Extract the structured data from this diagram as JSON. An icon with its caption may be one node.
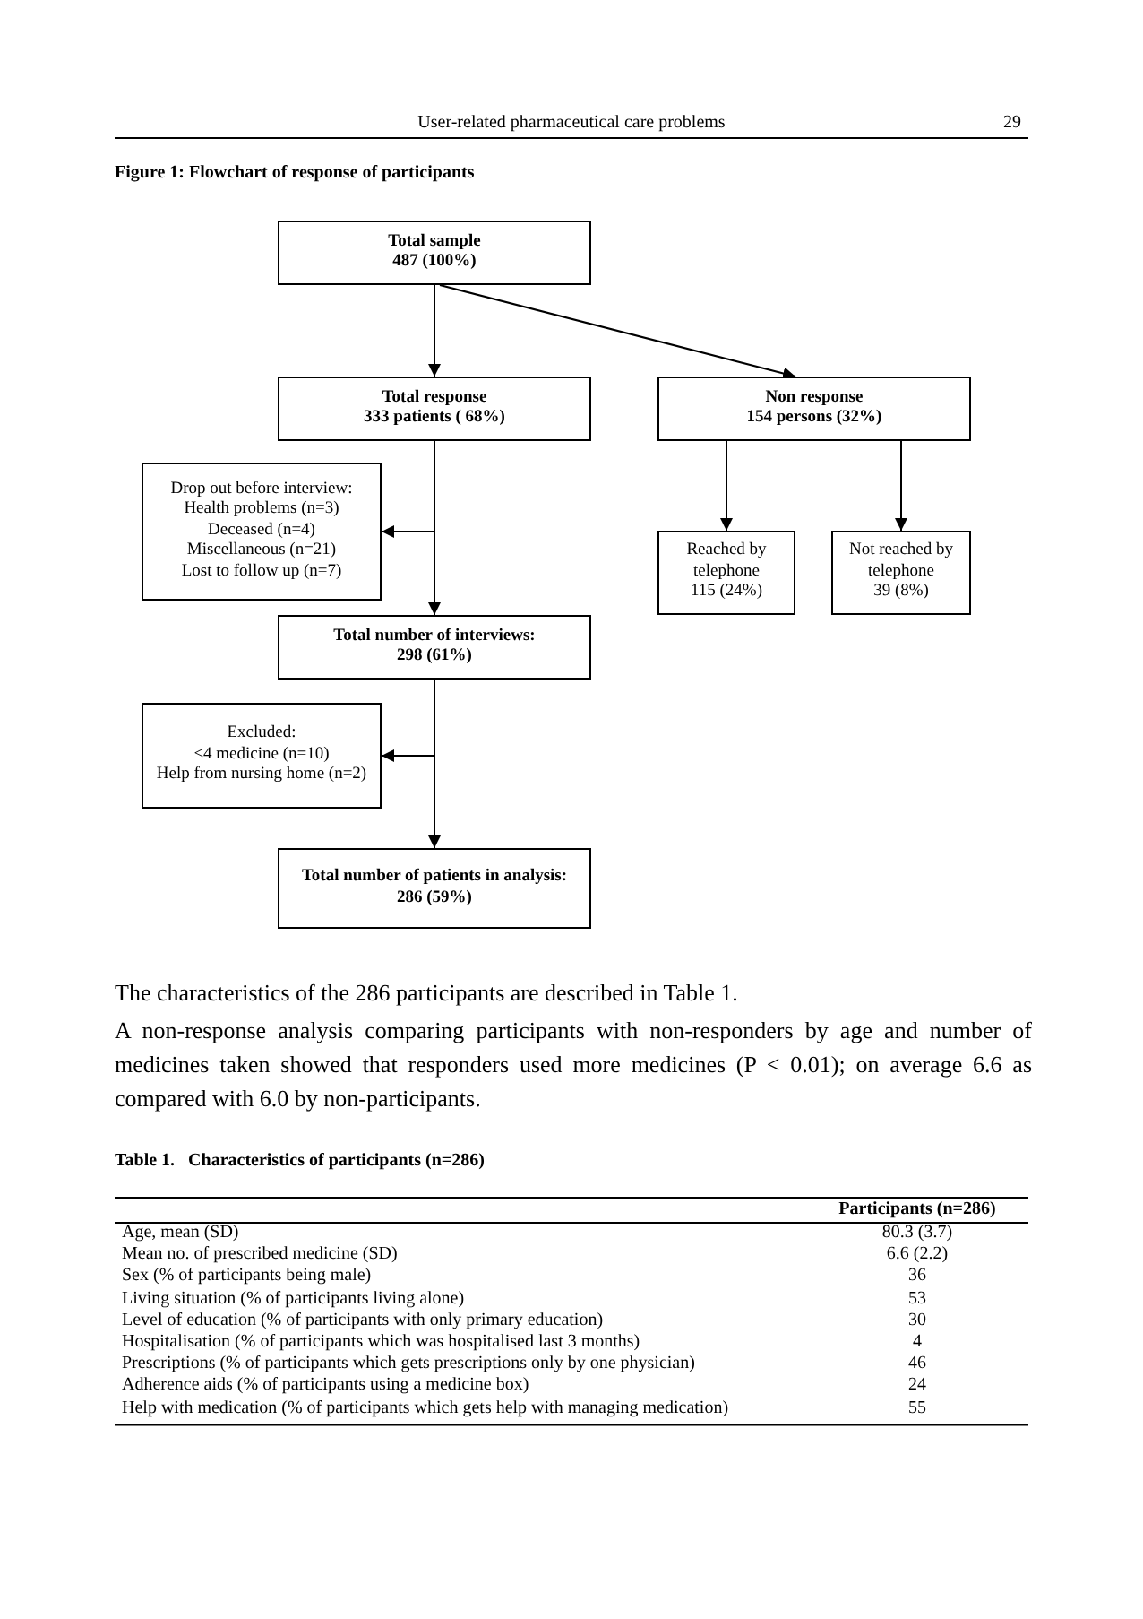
{
  "diagram": {
    "title": "Figure 1: Flowchart of response of participants",
    "nodes": [
      {
        "text": [
          "Total sample",
          "487 (100%)"
        ]
      },
      {
        "text": [
          "Total response",
          "333 patients ( 68%)"
        ]
      },
      {
        "text": [
          "Non response",
          "154 persons (32%)"
        ]
      },
      {
        "text": [
          "Drop out before interview:",
          "Health problems (n=3)",
          "Deceased (n=4)",
          "Miscellaneous (n=21)",
          "Lost to follow up (n=7)"
        ]
      },
      {
        "text": [
          "Reached by telephone",
          "115 (24%)"
        ]
      },
      {
        "text": [
          "Not reached by telephone",
          "39 (8%)"
        ]
      },
      {
        "text": [
          "Total number of interviews:",
          "298 (61%)"
        ]
      },
      {
        "text": [
          "Excluded:",
          "<4 medicine (n=10)",
          "Help from nursing home (n=2)"
        ]
      },
      {
        "text": [
          "Total number of patients in analysis:",
          "286 (59%)"
        ]
      }
    ],
    "edges": [
      {
        "from": 0,
        "to": 1,
        "arrow": "to"
      },
      {
        "from": 0,
        "to": 2,
        "arrow": "to"
      },
      {
        "from": 1,
        "to": 3,
        "arrow": "to"
      },
      {
        "from": 1,
        "to": 6,
        "arrow": "to"
      },
      {
        "from": 2,
        "to": 4,
        "arrow": "to"
      },
      {
        "from": 2,
        "to": 5,
        "arrow": "to"
      },
      {
        "from": 6,
        "to": 7,
        "arrow": "to"
      },
      {
        "from": 6,
        "to": 8,
        "arrow": "to"
      }
    ],
    "labels": [
      "User-related pharmaceutical care problems",
      "29",
      "The characteristics of the 286 participants are described in Table 1.",
      "A non-response analysis comparing participants with non-responders by age and number of medicines taken showed that responders used more medicines (P < 0.01); on average 6.6 as compared with 6.0 by non-participants.",
      "Table 1.   Characteristics of participants (n=286)",
      "Participants (n=286)",
      "Age, mean (SD)",
      "80.3 (3.7)",
      "Mean no. of prescribed medicine (SD)",
      "6.6 (2.2)",
      "Sex (% of participants being male)",
      "36",
      "Living situation (% of participants living alone)",
      "53",
      "Level of education (% of participants with only primary education)",
      "30",
      "Hospitalisation (% of participants which was hospitalised last 3 months)",
      "4",
      "Prescriptions (% of participants which gets prescriptions only by one physician)",
      "46",
      "Adherence aids (% of participants using a medicine box)",
      "24",
      "Help with medication (% of participants which gets help with managing medication)",
      "55"
    ]
  }
}
